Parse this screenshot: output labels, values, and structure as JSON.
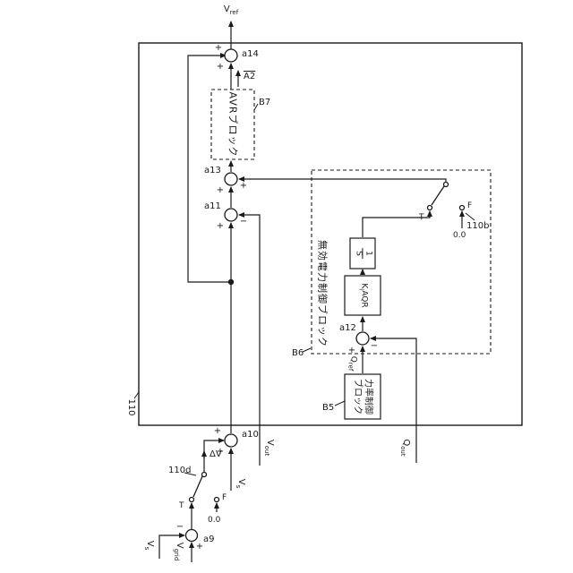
{
  "figure": {
    "outer_ref": "110",
    "junctions": {
      "a14": {
        "label": "a14",
        "sign_left": "+",
        "sign_bottom": "+"
      },
      "a13": {
        "label": "a13",
        "sign_bottom": "+",
        "sign_right": "+"
      },
      "a11": {
        "label": "a11",
        "sign_bottom": "+",
        "sign_right": "−"
      },
      "a12": {
        "label": "a12",
        "sign_bottom": "+",
        "sign_right": "−"
      },
      "a10": {
        "label": "a10",
        "sign_left": "+",
        "sign_bottom": "+"
      },
      "a9": {
        "label": "a9",
        "sign_left": "−",
        "sign_bottom": "+"
      }
    },
    "signals": {
      "v_ref": {
        "base": "V",
        "sub": "ref"
      },
      "v_out": {
        "base": "V",
        "sub": "out"
      },
      "q_out": {
        "base": "Q",
        "sub": "out"
      },
      "q_ref": {
        "base": "Q",
        "sub": "ref"
      },
      "v_grid": {
        "base": "V",
        "sub": "grid"
      },
      "v_s": {
        "base": "V",
        "sub": "s"
      },
      "delta_v": "ΔV",
      "a2": "A2"
    },
    "blocks": {
      "avr": {
        "label": "AVRブロック",
        "ref": "B7"
      },
      "reactive": {
        "label": "無効電力制御ブロック",
        "ref": "B6"
      },
      "power_factor": {
        "line1": "力率制御",
        "line2": "ブロック",
        "ref": "B5"
      },
      "integrator": {
        "num": "1",
        "den": "S"
      },
      "aqr": {
        "base": "K",
        "sub": "i",
        "rest": "AQR"
      }
    },
    "switches": {
      "sw_b": {
        "label": "110b",
        "t": "T",
        "f": "F",
        "zero": "0.0"
      },
      "sw_d": {
        "label": "110d",
        "t": "T",
        "f": "F",
        "zero": "0.0"
      }
    }
  }
}
